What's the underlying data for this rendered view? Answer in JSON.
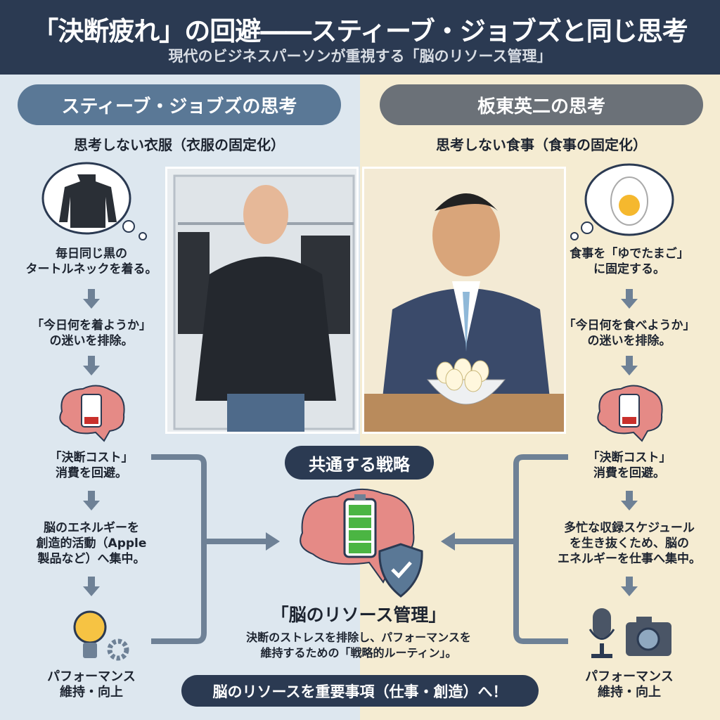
{
  "header": {
    "title": "「決断疲れ」の回避――スティーブ・ジョブズと同じ思考",
    "subtitle": "現代のビジネスパーソンが重視する「脳のリソース管理」"
  },
  "left": {
    "pill": "スティーブ・ジョブズの思考",
    "subtitle": "思考しない衣服（衣服の固定化）",
    "steps": [
      {
        "line1": "毎日同じ黒の",
        "line2": "タートルネックを着る。"
      },
      {
        "line1": "「今日何を着ようか」",
        "line2": "の迷いを排除。"
      },
      {
        "line1": "「決断コスト」",
        "line2": "消費を回避。"
      },
      {
        "line1": "脳のエネルギーを",
        "line2": "創造的活動（Apple",
        "line3": "製品など）へ集中。"
      },
      {
        "line1": "パフォーマンス",
        "line2": "維持・向上"
      }
    ]
  },
  "right": {
    "pill": "板東英二の思考",
    "subtitle": "思考しない食事（食事の固定化）",
    "steps": [
      {
        "line1": "食事を「ゆでたまご」",
        "line2": "に固定する。"
      },
      {
        "line1": "「今日何を食べようか」",
        "line2": "の迷いを排除。"
      },
      {
        "line1": "「決断コスト」",
        "line2": "消費を回避。"
      },
      {
        "line1": "多忙な収録スケジュール",
        "line2": "を生き抜くため、脳の",
        "line3": "エネルギーを仕事へ集中。"
      },
      {
        "line1": "パフォーマンス",
        "line2": "維持・向上"
      }
    ]
  },
  "center": {
    "pill": "共通する戦略",
    "title": "「脳のリソース管理」",
    "desc1": "決断のストレスを排除し、パフォーマンスを",
    "desc2": "維持するための「戦略的ルーティン」。",
    "banner": "脳のリソースを重要事項（仕事・創造）へ！"
  },
  "colors": {
    "header": "#2b3a52",
    "left_bg": "#dde7ef",
    "right_bg": "#f5ecd2",
    "left_pill": "#5a7896",
    "right_pill": "#6b7178",
    "arrow": "#6e8196",
    "battery_low": "#c9302c",
    "battery_full": "#4bb543"
  }
}
